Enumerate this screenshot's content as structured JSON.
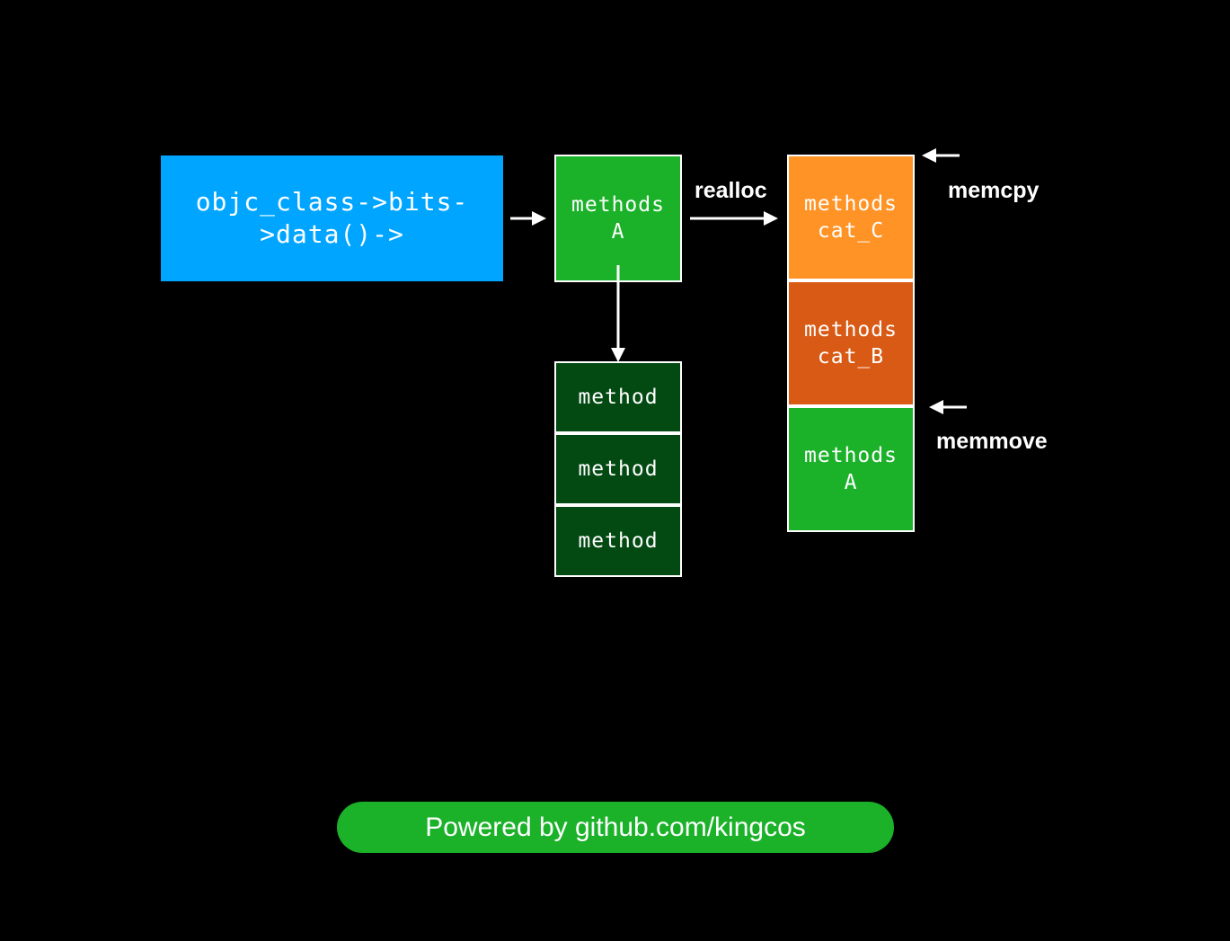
{
  "colors": {
    "background": "#000000",
    "class_box": "#00a5ff",
    "methods_green": "#1bb22a",
    "method_dark_green": "#034a12",
    "cat_c_orange": "#ff9326",
    "cat_b_orange": "#d85a14",
    "footer_green": "#1bb22a",
    "arrow": "#ffffff"
  },
  "class_box": {
    "line1": "objc_class->bits-",
    "line2": ">data()->"
  },
  "methods_a_top": {
    "line1": "methods",
    "line2": "A"
  },
  "method_list": [
    {
      "label": "method"
    },
    {
      "label": "method"
    },
    {
      "label": "method"
    }
  ],
  "stack": [
    {
      "line1": "methods",
      "line2": "cat_C"
    },
    {
      "line1": "methods",
      "line2": "cat_B"
    },
    {
      "line1": "methods",
      "line2": "A"
    }
  ],
  "labels": {
    "realloc": "realloc",
    "memcpy": "memcpy",
    "memmove": "memmove"
  },
  "footer": {
    "text": "Powered by github.com/kingcos"
  }
}
